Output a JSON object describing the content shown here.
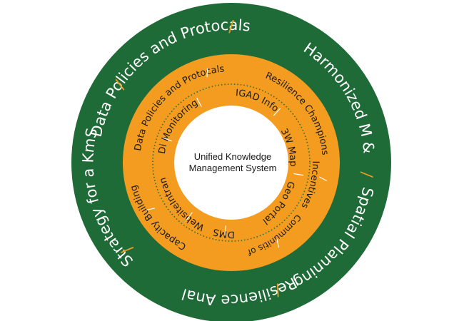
{
  "colors": {
    "outer_ring": "#1f6b37",
    "middle_ring": "#f39c1f",
    "center_fill": "#ffffff",
    "outer_text": "#ffffff",
    "outer_separator": "#f39c1f",
    "middle_text": "#1a1a1a",
    "middle_separator": "#ffffff",
    "dotted_line": "#2e6b2e",
    "center_text": "#1a1a1a"
  },
  "center": {
    "line1": "Unified Knowledge",
    "line2": "Management System"
  },
  "outer_ring": {
    "items": [
      {
        "label": "Data Policies and Protocals"
      },
      {
        "label": "Harmonized M & E"
      },
      {
        "label": "Spatial Planning"
      },
      {
        "label": "Resilience Anal"
      },
      {
        "label": "Strategy for a KmS"
      }
    ],
    "separator": "/"
  },
  "middle_outer_ring": {
    "items": [
      {
        "label": "Data Policies and Protocals"
      },
      {
        "label": "Resilience Champions"
      },
      {
        "label": "Incentives"
      },
      {
        "label": "Communitis of Practice"
      },
      {
        "label": "Capacity Building"
      }
    ],
    "separator": "/"
  },
  "middle_inner_ring": {
    "items": [
      {
        "label": "IGAD Info"
      },
      {
        "label": "3W Map"
      },
      {
        "label": "Geo Portal"
      },
      {
        "label": "DMS"
      },
      {
        "label": "Website"
      },
      {
        "label": "Intranet"
      },
      {
        "label": "Di Monitoring"
      }
    ],
    "separator": "|"
  }
}
